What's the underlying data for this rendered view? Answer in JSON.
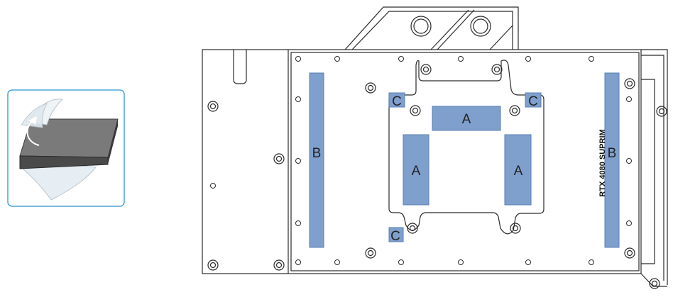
{
  "pad_labels": {
    "a": "A",
    "b": "B",
    "c": "C"
  },
  "board_model_text": "RTX 4080 SUPRIM",
  "colors": {
    "pad_fill": "#7f9fcd",
    "pad_stroke": "#5a7fb5",
    "frame_stroke": "#2b2b2b",
    "inset_border": "#4aa3d8",
    "background": "#ffffff"
  },
  "icons": {
    "peel_film": "peel-protective-film-icon",
    "screw": "screw-hole-icon"
  }
}
